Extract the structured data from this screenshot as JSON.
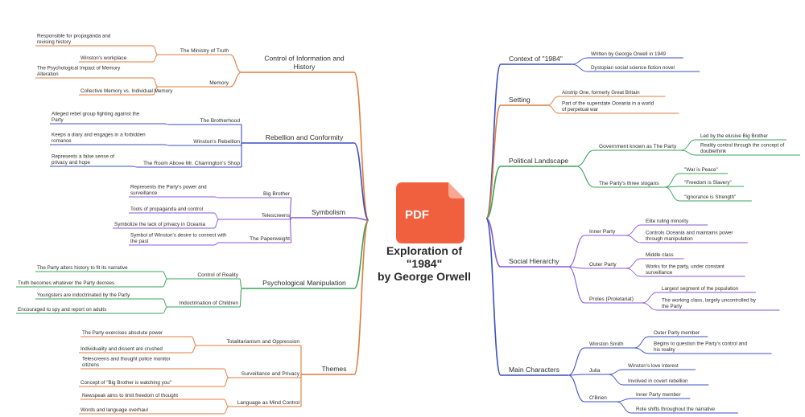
{
  "colors": {
    "orange": "#e07b3c",
    "blue": "#3b4fc0",
    "purple": "#8a5ad6",
    "green": "#3aa35a",
    "pdf": "#f0603f",
    "text": "#2b2b2b"
  },
  "center": {
    "icon_label": "PDF",
    "title_lines": [
      "Exploration of",
      "\"1984\"",
      "by George Orwell"
    ]
  },
  "left": [
    {
      "label": "Control of Information and History",
      "lines": [
        "Control of Information and",
        "History"
      ],
      "color": "orange",
      "children": [
        {
          "label": "The Ministry of Truth",
          "children": [
            {
              "lines": [
                "Responsible for propaganda and",
                "revising history"
              ]
            },
            {
              "lines": [
                "Winston's workplace"
              ]
            }
          ]
        },
        {
          "label": "Memory",
          "children": [
            {
              "lines": [
                "The Psychological Impact of Memory",
                "Alteration"
              ]
            },
            {
              "lines": [
                "Collective Memory vs. Individual Memory"
              ]
            }
          ]
        }
      ]
    },
    {
      "label": "Rebellion and Conformity",
      "lines": [
        "Rebellion and Conformity"
      ],
      "color": "blue",
      "children": [
        {
          "label": "The Brotherhood",
          "children": [
            {
              "lines": [
                "Alleged rebel group fighting against the",
                "Party"
              ]
            }
          ]
        },
        {
          "label": "Winston's Rebellion",
          "children": [
            {
              "lines": [
                "Keeps a diary and engages in a forbidden",
                "romance"
              ]
            }
          ]
        },
        {
          "label": "The Room Above Mr. Charrington's Shop",
          "children": [
            {
              "lines": [
                "Represents a false sense of",
                "privacy and hope"
              ]
            }
          ]
        }
      ]
    },
    {
      "label": "Symbolism",
      "lines": [
        "Symbolism"
      ],
      "color": "purple",
      "children": [
        {
          "label": "Big Brother",
          "children": [
            {
              "lines": [
                "Represents the Party's power and",
                "surveillance"
              ]
            }
          ]
        },
        {
          "label": "Telescreens",
          "children": [
            {
              "lines": [
                "Tools of propaganda and control"
              ]
            },
            {
              "lines": [
                "Symbolize the lack of privacy in Oceania"
              ]
            }
          ]
        },
        {
          "label": "The Paperweight",
          "children": [
            {
              "lines": [
                "Symbol of Winston's desire to connect with",
                "the past"
              ]
            }
          ]
        }
      ]
    },
    {
      "label": "Psychological Manipulation",
      "lines": [
        "Psychological Manipulation"
      ],
      "color": "green",
      "children": [
        {
          "label": "Control of Reality",
          "children": [
            {
              "lines": [
                "The Party alters history to fit its narrative"
              ]
            },
            {
              "lines": [
                "Truth becomes whatever the Party decrees"
              ]
            }
          ]
        },
        {
          "label": "Indoctrination of Children",
          "children": [
            {
              "lines": [
                "Youngsters are indoctrinated by the Party"
              ]
            },
            {
              "lines": [
                "Encouraged to spy and report on adults"
              ]
            }
          ]
        }
      ]
    },
    {
      "label": "Themes",
      "lines": [
        "Themes"
      ],
      "color": "orange",
      "children": [
        {
          "label": "Totalitarianism and Oppression",
          "children": [
            {
              "lines": [
                "The Party exercises absolute power"
              ]
            },
            {
              "lines": [
                "Individuality and dissent are crushed"
              ]
            }
          ]
        },
        {
          "label": "Surveillance and Privacy",
          "children": [
            {
              "lines": [
                "Telescreens and thought police monitor",
                "citizens"
              ]
            },
            {
              "lines": [
                "Concept of \"Big Brother is watching you\""
              ]
            }
          ]
        },
        {
          "label": "Language as Mind Control",
          "children": [
            {
              "lines": [
                "Newspeak aims to limit freedom of thought"
              ]
            },
            {
              "lines": [
                "Words and language overhaul"
              ]
            }
          ]
        }
      ]
    }
  ],
  "right": [
    {
      "label": "Context of \"1984\"",
      "lines": [
        "Context of \"1984\""
      ],
      "color": "blue",
      "children": [
        {
          "lines": [
            "Written by George Orwell in 1949"
          ]
        },
        {
          "lines": [
            "Dystopian social science fiction novel"
          ]
        }
      ]
    },
    {
      "label": "Setting",
      "lines": [
        "Setting"
      ],
      "color": "orange",
      "children": [
        {
          "lines": [
            "Airstrip One, formerly Great Britain"
          ]
        },
        {
          "lines": [
            "Part of the superstate Oceania in a world",
            "of perpetual war"
          ]
        }
      ]
    },
    {
      "label": "Political Landscape",
      "lines": [
        "Political Landscape"
      ],
      "color": "green",
      "children": [
        {
          "label": "Government known as The Party",
          "children": [
            {
              "lines": [
                "Led by the elusive Big Brother"
              ]
            },
            {
              "lines": [
                "Reality control through the concept of",
                "doublethink"
              ]
            }
          ]
        },
        {
          "label": "The Party's three slogans",
          "children": [
            {
              "lines": [
                "\"War is Peace\""
              ]
            },
            {
              "lines": [
                "\"Freedom is Slavery\""
              ]
            },
            {
              "lines": [
                "\"Ignorance is Strength\""
              ]
            }
          ]
        }
      ]
    },
    {
      "label": "Social Hierarchy",
      "lines": [
        "Social Hierarchy"
      ],
      "color": "purple",
      "children": [
        {
          "label": "Inner Party",
          "children": [
            {
              "lines": [
                "Elite ruling minority"
              ]
            },
            {
              "lines": [
                "Controls Oceania and maintains power",
                "through manipulation"
              ]
            }
          ]
        },
        {
          "label": "Outer Party",
          "children": [
            {
              "lines": [
                "Middle class"
              ]
            },
            {
              "lines": [
                "Works for the party, under constant",
                "surveillance"
              ]
            }
          ]
        },
        {
          "label": "Proles (Proletariat)",
          "children": [
            {
              "lines": [
                "Largest segment of the population"
              ]
            },
            {
              "lines": [
                "The working class, largely uncontrolled by",
                "the Party"
              ]
            }
          ]
        }
      ]
    },
    {
      "label": "Main Characters",
      "lines": [
        "Main Characters"
      ],
      "color": "blue",
      "children": [
        {
          "label": "Winston Smith",
          "children": [
            {
              "lines": [
                "Outer Party member"
              ]
            },
            {
              "lines": [
                "Begins to question the Party's control and",
                "his reality"
              ]
            }
          ]
        },
        {
          "label": "Julia",
          "children": [
            {
              "lines": [
                "Winston's love interest"
              ]
            },
            {
              "lines": [
                "Involved in covert rebellion"
              ]
            }
          ]
        },
        {
          "label": "O'Brien",
          "children": [
            {
              "lines": [
                "Inner Party member"
              ]
            },
            {
              "lines": [
                "Role shifts throughout the narrative"
              ]
            }
          ]
        }
      ]
    }
  ]
}
